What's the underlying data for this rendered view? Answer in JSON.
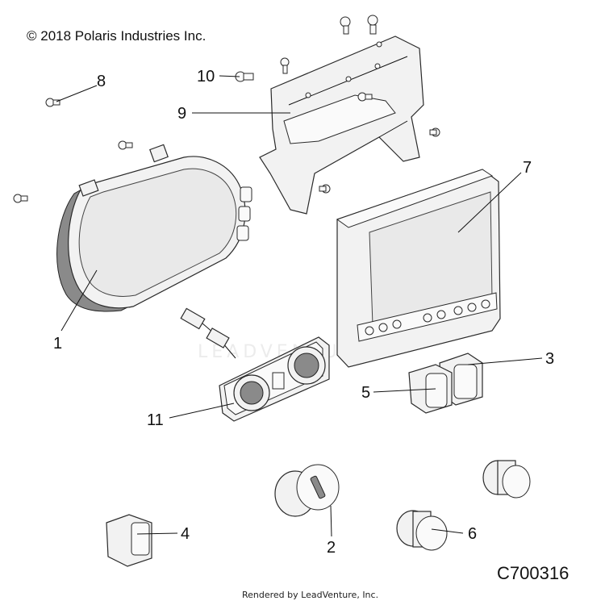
{
  "header": {
    "copyright": "© 2018 Polaris Industries Inc."
  },
  "footer": {
    "diagram_code": "C700316",
    "rendered_by": "Rendered by LeadVenture, Inc."
  },
  "watermark": {
    "text": "LEADVENTURE"
  },
  "callouts": {
    "c1": "1",
    "c2": "2",
    "c3": "3",
    "c4": "4",
    "c5": "5",
    "c6": "6",
    "c7": "7",
    "c8": "8",
    "c9": "9",
    "c10": "10",
    "c11": "11"
  }
}
